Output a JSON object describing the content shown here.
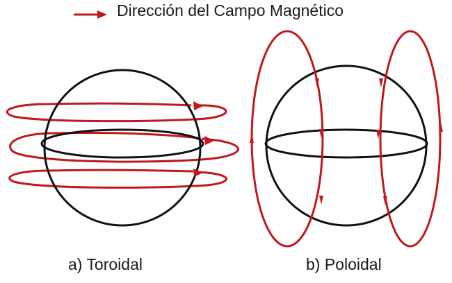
{
  "legend": {
    "label": "Dirección del Campo Magnético",
    "color": "#c0181d"
  },
  "panels": [
    {
      "id": "toroidal",
      "caption": "a) Toroidal"
    },
    {
      "id": "poloidal",
      "caption": "b) Poloidal"
    }
  ],
  "colors": {
    "field": "#c0181d",
    "sphere": "#111111"
  }
}
